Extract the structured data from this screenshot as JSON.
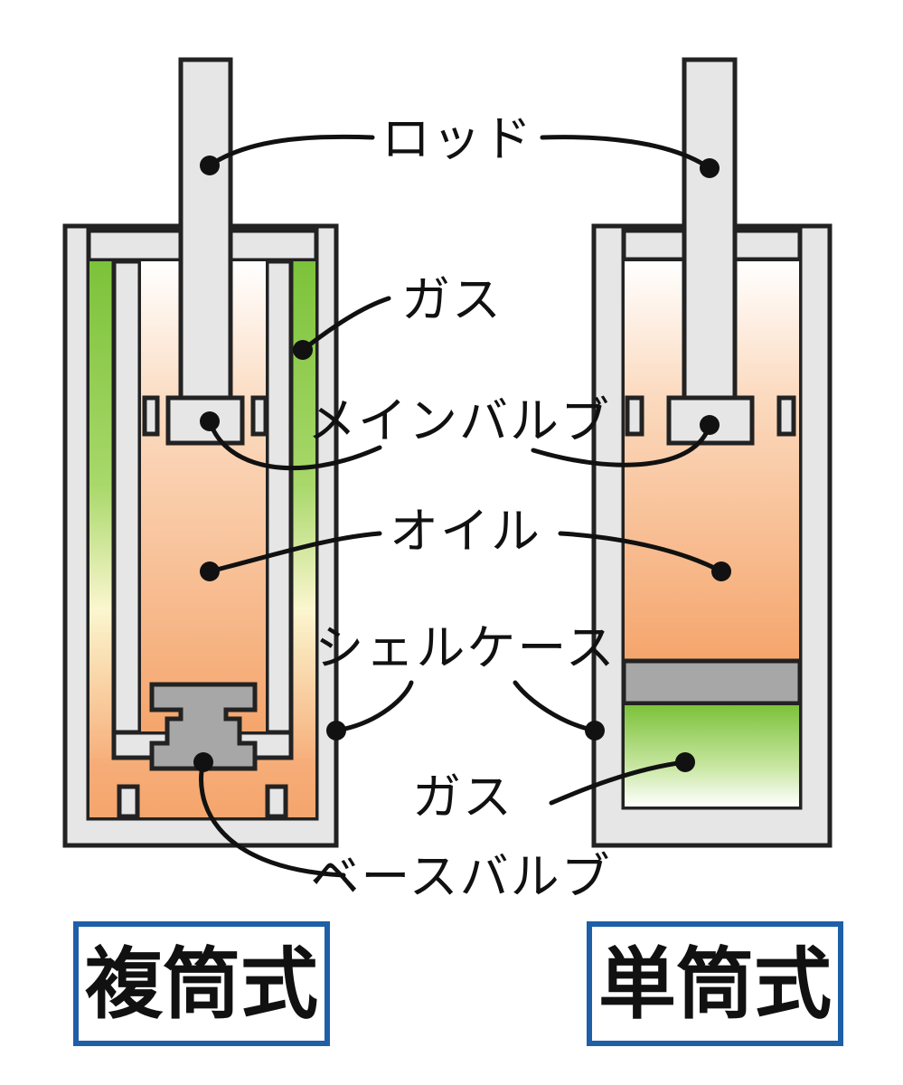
{
  "labels": {
    "rod": "ロッド",
    "gas_top": "ガス",
    "main_valve": "メインバルブ",
    "oil": "オイル",
    "shell_case": "シェルケース",
    "gas_bottom": "ガス",
    "base_valve": "ベースバルブ"
  },
  "captions": {
    "twin_tube": "複筒式",
    "mono_tube": "単筒式"
  },
  "colors": {
    "oil": "#f4a66e",
    "gas": "#7cc23a",
    "metal": "#e6e6e6",
    "valve_gray": "#a7a7a7",
    "caption_border": "#1e5fa8"
  }
}
